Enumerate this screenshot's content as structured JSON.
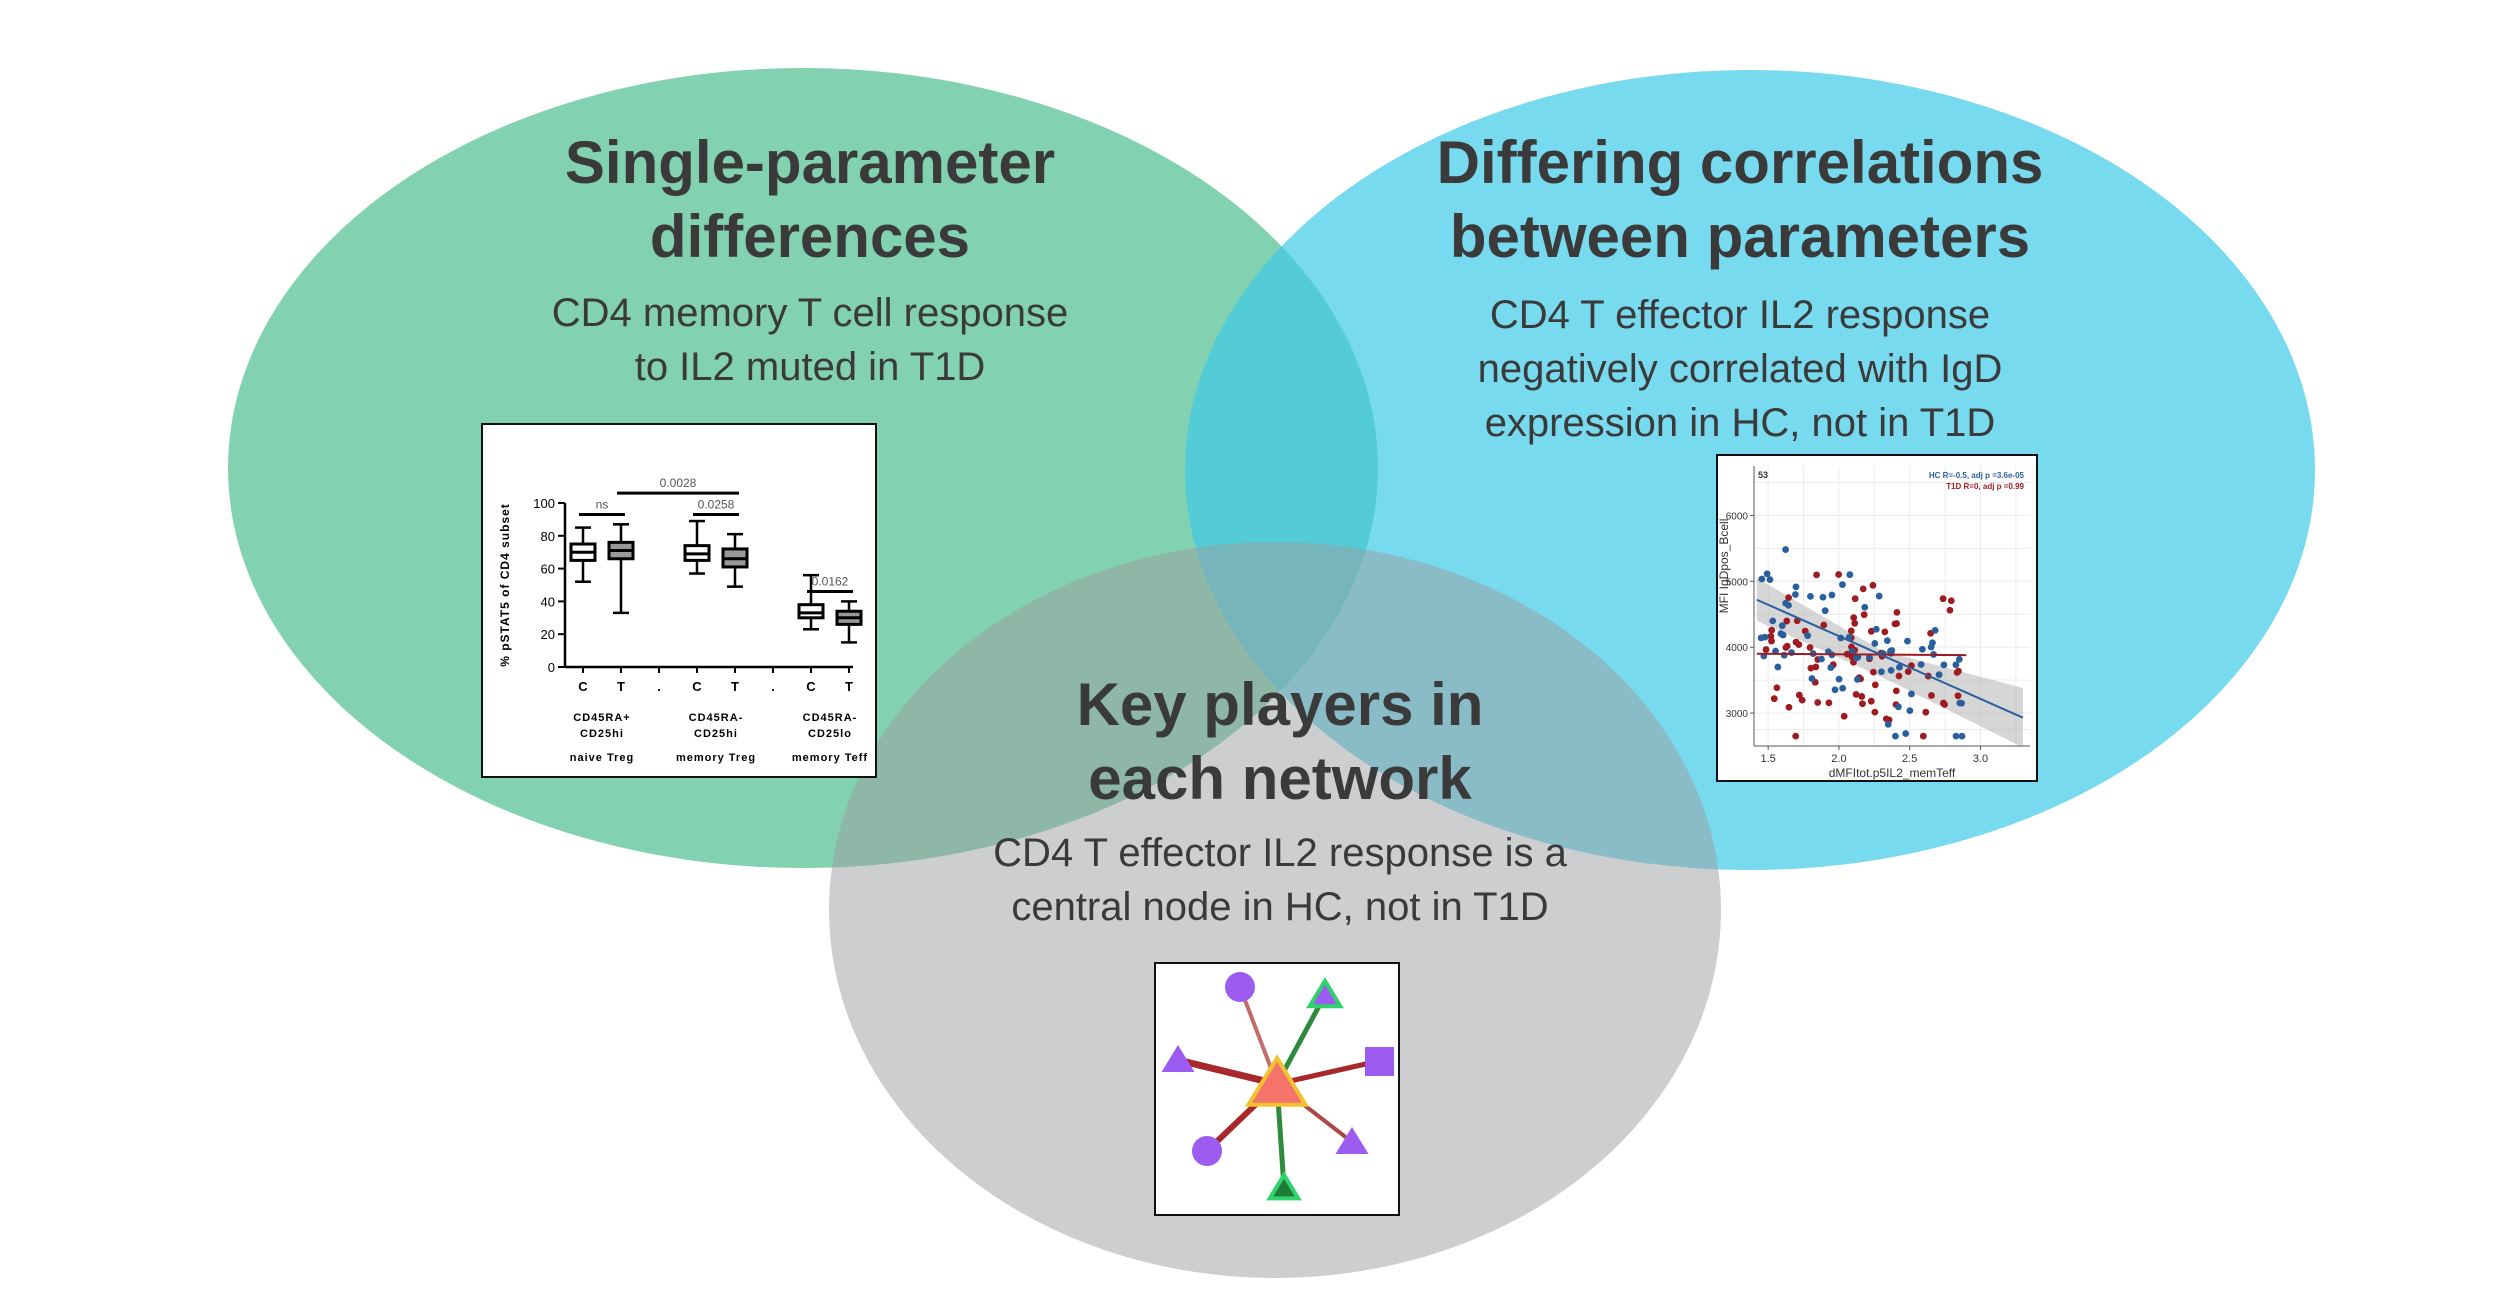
{
  "circles": [
    {
      "id": "green",
      "fill": "#4dbd8f",
      "heading_lines": [
        "Single-parameter",
        "differences"
      ],
      "desc_lines": [
        "CD4 memory T cell response",
        "to IL2 muted in T1D"
      ]
    },
    {
      "id": "blue",
      "fill": "#3fcbe8",
      "heading_lines": [
        "Differing correlations",
        "between parameters"
      ],
      "desc_lines": [
        "CD4 T effector IL2 response",
        "negatively correlated with IgD",
        "expression in HC, not in T1D"
      ]
    },
    {
      "id": "gray",
      "fill": "#9a9da0",
      "heading_lines": [
        "Key players in",
        "each network"
      ],
      "desc_lines": [
        "CD4 T effector IL2 response is a",
        "central node in HC, not in T1D"
      ]
    }
  ],
  "boxplot": {
    "ylabel": "% pSTAT5 of CD4 subset",
    "yticks": [
      "0",
      "20",
      "40",
      "60",
      "80",
      "100"
    ],
    "xticks": [
      "C",
      "T",
      ".",
      "C",
      "T",
      ".",
      "C",
      "T"
    ],
    "groups": [
      {
        "lines": [
          "CD45RA+",
          "CD25hi"
        ],
        "name": "naive Treg"
      },
      {
        "lines": [
          "CD45RA-",
          "CD25hi"
        ],
        "name": "memory Treg"
      },
      {
        "lines": [
          "CD45RA-",
          "CD25lo"
        ],
        "name": "memory Teff"
      }
    ],
    "pvalues": [
      "ns",
      "0.0028",
      "0.0258",
      "0.0162"
    ],
    "boxes": [
      {
        "min": 52,
        "q1": 65,
        "med": 70,
        "q3": 75,
        "max": 85,
        "fill": "#ffffff"
      },
      {
        "min": 33,
        "q1": 66,
        "med": 71,
        "q3": 76,
        "max": 87,
        "fill": "#999999"
      },
      {
        "min": 57,
        "q1": 65,
        "med": 69,
        "q3": 74,
        "max": 89,
        "fill": "#ffffff"
      },
      {
        "min": 49,
        "q1": 61,
        "med": 66,
        "q3": 72,
        "max": 81,
        "fill": "#999999"
      },
      {
        "min": 23,
        "q1": 30,
        "med": 33,
        "q3": 38,
        "max": 56,
        "fill": "#ffffff"
      },
      {
        "min": 15,
        "q1": 26,
        "med": 30,
        "q3": 34,
        "max": 40,
        "fill": "#999999"
      }
    ]
  },
  "scatter": {
    "corner": "53",
    "hc_label": "HC R=-0.5, adj p =3.6e-05",
    "t1d_label": "T1D R=0, adj p =0.99",
    "hc_color": "#2a5f9e",
    "t1d_color": "#9e1b20",
    "xlabel": "dMFItot.p5IL2_memTeff",
    "ylabel": "MFI IgDpos_Bcell",
    "xticks": [
      "1.5",
      "2.0",
      "2.5",
      "3.0"
    ],
    "yticks": [
      "3000",
      "4000",
      "5000",
      "6000"
    ],
    "xlim": [
      1.4,
      3.35
    ],
    "ylim": [
      2500,
      6750
    ],
    "hc_fit": [
      [
        1.42,
        4720
      ],
      [
        3.3,
        2930
      ]
    ],
    "t1d_fit": [
      [
        1.42,
        3900
      ],
      [
        2.9,
        3880
      ]
    ]
  },
  "network": {
    "hub_color": "#f4736a",
    "node_color": "#9d5cf0",
    "accent_green": "#2fd36b"
  }
}
